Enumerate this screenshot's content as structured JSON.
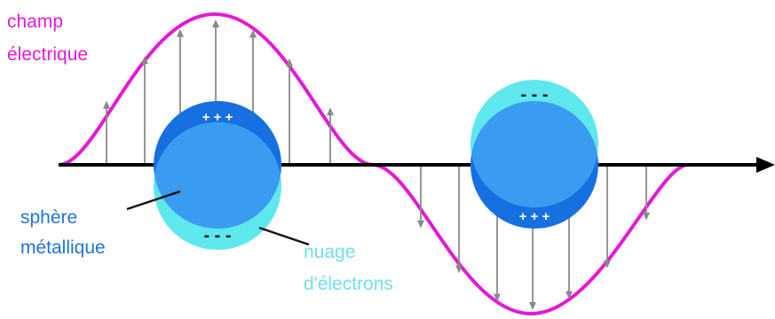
{
  "labels": {
    "field_line1": "champ",
    "field_line2": "électrique",
    "sphere_line1": "sphère",
    "sphere_line2": "métallique",
    "cloud_line1": "nuage",
    "cloud_line2": "d'électrons"
  },
  "charges": {
    "sphere1_top": "+ + +",
    "sphere1_bottom": "- - -",
    "sphere2_top": "- - -",
    "sphere2_bottom": "+ + +"
  },
  "colors": {
    "wave": "#e21ad6",
    "axis": "#000000",
    "field_arrows": "#8a8a8a",
    "sphere": "#3a9cf0",
    "positive_region": "#1670e0",
    "electron_cloud": "#5ee8ee",
    "field_label": "#e21ad6",
    "sphere_label": "#1f74d8",
    "cloud_label": "#6fe0ea"
  }
}
